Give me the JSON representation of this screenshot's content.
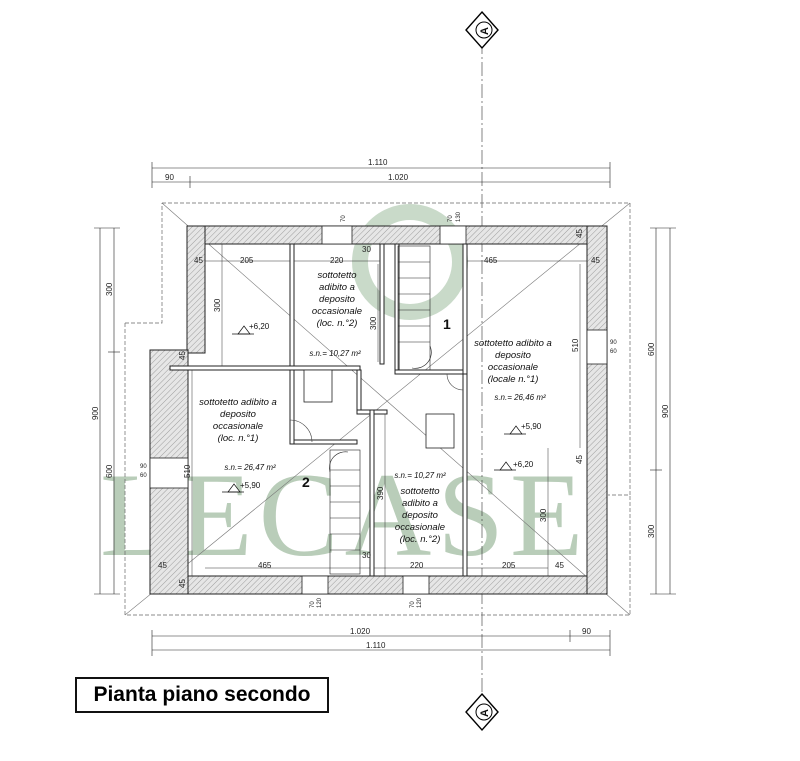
{
  "title": "Pianta piano secondo",
  "watermark": "LECASE",
  "section_marker": "A",
  "dimensions": {
    "top_total": "1.110",
    "top_inner": "1.020",
    "top_left": "90",
    "bottom_total": "1.110",
    "bottom_inner": "1.020",
    "bottom_right": "90",
    "left_total": "900",
    "left_upper": "300",
    "left_lower": "600",
    "right_total": "900",
    "right_upper": "600",
    "right_lower": "300",
    "d45": "45",
    "d205": "205",
    "d220": "220",
    "d465": "465",
    "d300": "300",
    "d510": "510",
    "d390": "390",
    "d30": "30",
    "d70": "70",
    "d130": "130",
    "d90": "90",
    "d60": "60",
    "d120": "120"
  },
  "rooms": {
    "loc2_top": {
      "l1": "sottotetto",
      "l2": "adibito a",
      "l3": "deposito",
      "l4": "occasionale",
      "l5": "(loc. n.°2)",
      "area": "s.n.= 10,27 m²"
    },
    "loc1_right": {
      "l1": "sottotetto adibito a",
      "l2": "deposito",
      "l3": "occasionale",
      "l4": "(locale n.°1)",
      "area": "s.n.= 26,46 m²"
    },
    "loc1_left": {
      "l1": "sottotetto adibito a",
      "l2": "deposito",
      "l3": "occasionale",
      "l4": "(loc. n.°1)",
      "area": "s.n.= 26,47 m²"
    },
    "loc2_bottom": {
      "l1": "sottotetto",
      "l2": "adibito a",
      "l3": "deposito",
      "l4": "occasionale",
      "l5": "(loc. n.°2)",
      "area": "s.n.= 10,27 m²"
    }
  },
  "levels": {
    "a": "+6,20",
    "b": "+5,90",
    "c": "+5,90",
    "d": "+6,20"
  },
  "unit_numbers": {
    "one": "1",
    "two": "2"
  }
}
